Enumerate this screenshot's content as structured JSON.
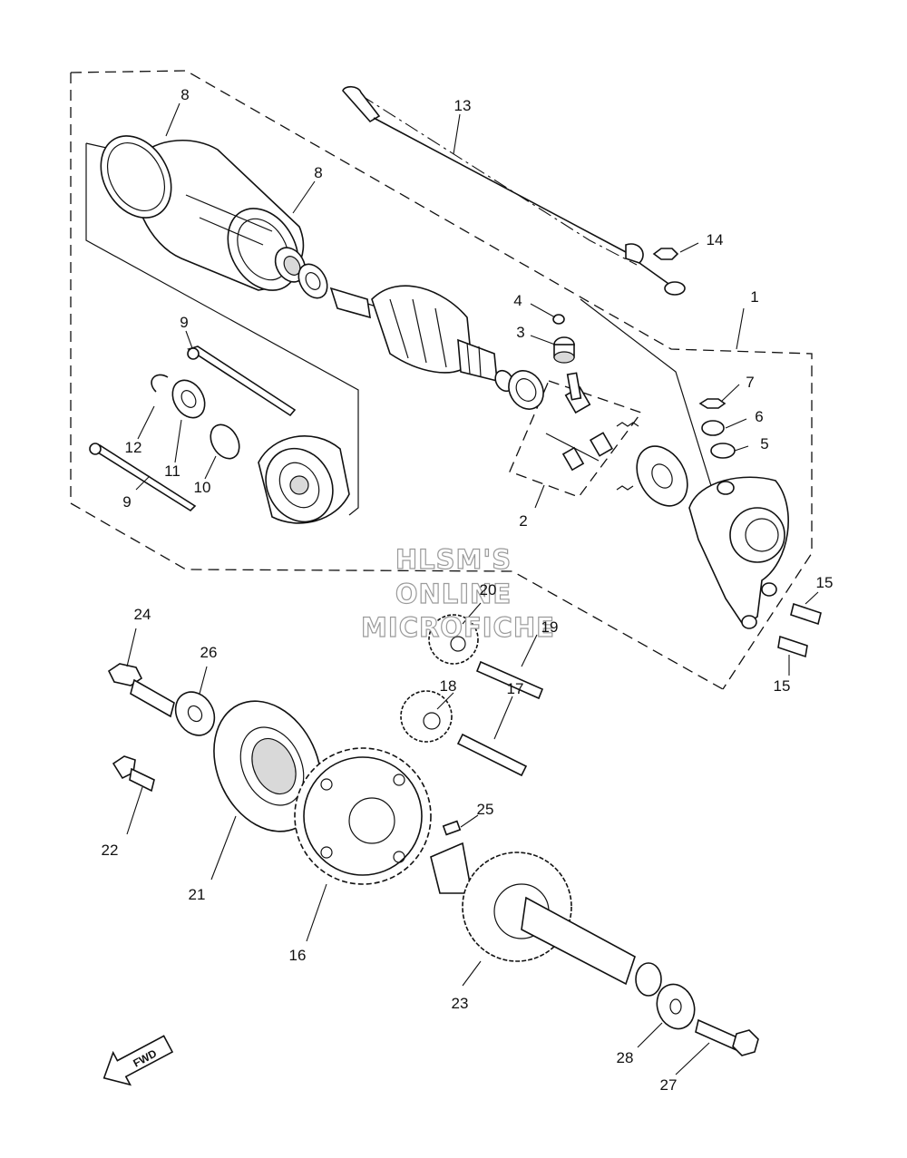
{
  "callouts": [
    "1",
    "2",
    "3",
    "4",
    "5",
    "6",
    "7",
    "8",
    "9",
    "10",
    "11",
    "12",
    "13",
    "14",
    "15",
    "16",
    "17",
    "18",
    "19",
    "20",
    "21",
    "22",
    "23",
    "24",
    "25",
    "26",
    "27",
    "28"
  ],
  "watermark": {
    "line1": "HLSM'S",
    "line2": "ONLINE",
    "line3": "MICROFICHE"
  },
  "fwd_label": "FWD"
}
